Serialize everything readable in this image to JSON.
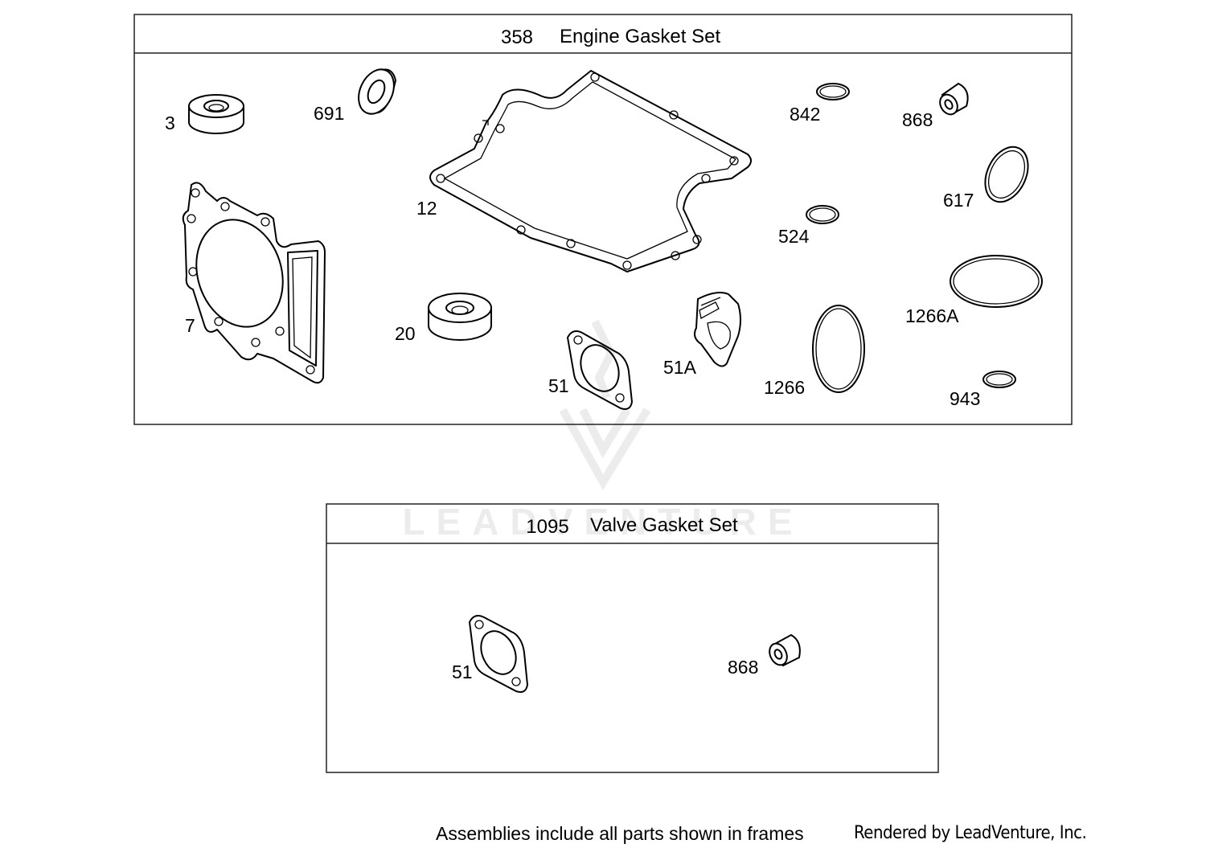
{
  "frames": [
    {
      "id": "engine",
      "number": "358",
      "title": "Engine Gasket Set",
      "callouts": [
        "3",
        "691",
        "12",
        "842",
        "868",
        "617",
        "524",
        "7",
        "20",
        "51",
        "51A",
        "1266",
        "1266A",
        "943"
      ]
    },
    {
      "id": "valve",
      "number": "1095",
      "title": "Valve Gasket Set",
      "callouts": [
        "51",
        "868"
      ]
    }
  ],
  "watermark": "LEADVENTURE",
  "footer": {
    "note": "Assemblies include all parts shown in frames",
    "credit": "Rendered by LeadVenture, Inc."
  }
}
